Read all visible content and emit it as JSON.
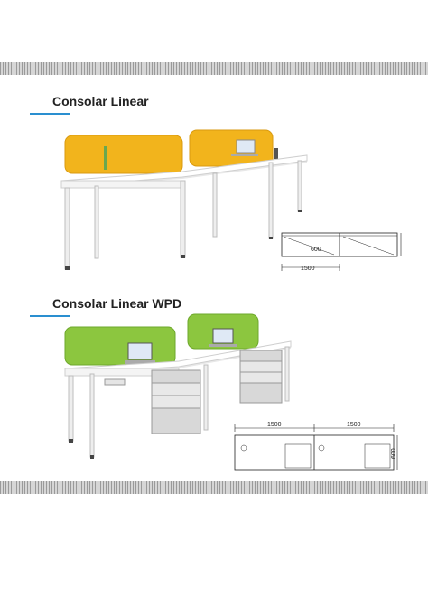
{
  "sections": [
    {
      "title": "Consolar Linear",
      "panel_color": "#f2b41c",
      "dims": {
        "depth": "600",
        "width": "1500"
      }
    },
    {
      "title": "Consolar Linear WPD",
      "panel_color": "#8cc63f",
      "dims": {
        "width_left": "1500",
        "width_right": "1500",
        "depth": "600"
      }
    }
  ],
  "colors": {
    "accent": "#2a8fd0",
    "band": "#bdbdbd"
  }
}
